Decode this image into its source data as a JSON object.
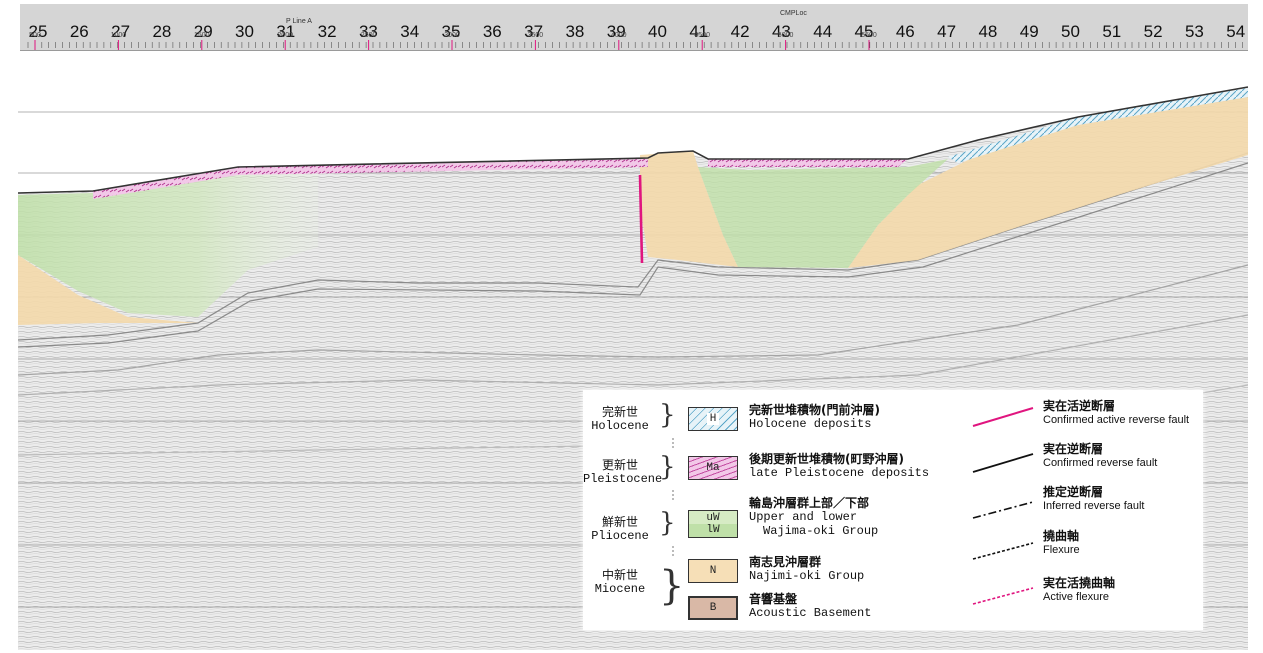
{
  "ruler": {
    "title": "CMPLoc",
    "line_label": "P Line A",
    "station_labels": [
      "25",
      "26",
      "27",
      "28",
      "29",
      "30",
      "31",
      "32",
      "33",
      "34",
      "35",
      "36",
      "37",
      "38",
      "39",
      "40",
      "41",
      "42",
      "43",
      "44",
      "45",
      "46",
      "47",
      "48",
      "49",
      "50",
      "51",
      "52",
      "53",
      "54"
    ],
    "cmp_labels": [
      "500",
      "1000",
      "1500",
      "2000",
      "2500",
      "3000",
      "3500",
      "4000",
      "4500",
      "5000",
      "5500"
    ]
  },
  "legend": {
    "epochs": [
      {
        "jp": "完新世",
        "en": "Holocene"
      },
      {
        "jp": "更新世",
        "en": "Pleistocene"
      },
      {
        "jp": "鮮新世",
        "en": "Pliocene"
      },
      {
        "jp": "中新世",
        "en": "Miocene"
      }
    ],
    "units": [
      {
        "code": "H",
        "jp": "完新世堆積物(門前沖層)",
        "en": "Holocene deposits",
        "color": "#cfe9f4"
      },
      {
        "code": "Ma",
        "jp": "後期更新世堆積物(町野沖層)",
        "en": "late Pleistocene deposits",
        "color": "#f2c8e8"
      },
      {
        "code_upper": "uW",
        "code_lower": "lW",
        "jp": "輪島沖層群上部／下部",
        "en": "Upper and lower",
        "en2": "Wajima-oki Group",
        "color": "#d6ebc4",
        "color_lower": "#bfe0a8"
      },
      {
        "code": "N",
        "jp": "南志見沖層群",
        "en": "Najimi-oki Group",
        "color": "#f6dfb7"
      },
      {
        "code": "B",
        "jp": "音響基盤",
        "en": "Acoustic Basement",
        "color": "#d9b8a6"
      }
    ],
    "faults": [
      {
        "jp": "実在活逆断層",
        "en": "Confirmed active reverse fault",
        "color": "#e0157f",
        "style": "solid"
      },
      {
        "jp": "実在逆断層",
        "en": "Confirmed reverse fault",
        "color": "#111111",
        "style": "solid"
      },
      {
        "jp": "推定逆断層",
        "en": "Inferred reverse fault",
        "color": "#111111",
        "style": "dashdot"
      },
      {
        "jp": "撓曲軸",
        "en": "Flexure",
        "color": "#111111",
        "style": "dotted"
      },
      {
        "jp": "実在活撓曲軸",
        "en": "Active flexure",
        "color": "#e0157f",
        "style": "dotted"
      }
    ]
  }
}
